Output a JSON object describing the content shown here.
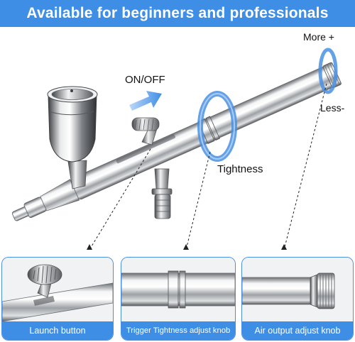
{
  "banner": {
    "title": "Available for beginners and professionals"
  },
  "labels": {
    "more": "More +",
    "on_off": "ON/OFF",
    "less": "Less-",
    "tightness": "Tightness"
  },
  "panels": [
    {
      "caption": "Launch button"
    },
    {
      "caption": "Trigger Tightness adjust knob"
    },
    {
      "caption": "Air output adjust knob"
    }
  ],
  "colors": {
    "accent": "#3f8ee6",
    "highlight_ring": "#4a90e2"
  },
  "icons": [
    "airbrush-product-image",
    "arrow-icon",
    "rotate-ring-icon"
  ]
}
